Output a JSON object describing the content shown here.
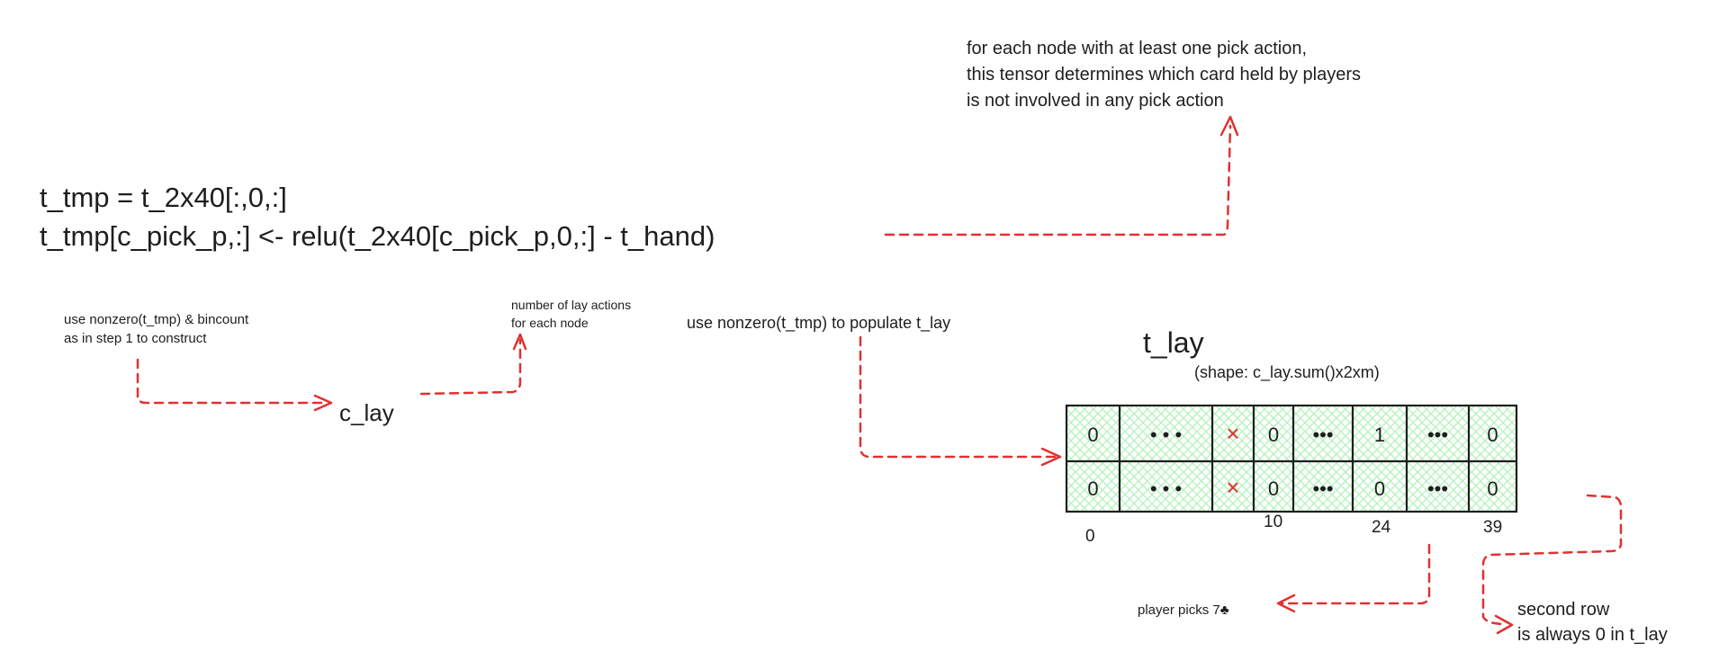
{
  "notes": {
    "top_right": [
      "for each node with at least one pick action,",
      "this tensor determines which card held by players",
      "is not involved in any pick action"
    ],
    "code": [
      "t_tmp = t_2x40[:,0,:]",
      "t_tmp[c_pick_p,:] <- relu(t_2x40[c_pick_p,0,:] - t_hand)"
    ],
    "bincount": [
      "use nonzero(t_tmp) & bincount",
      "as in step 1 to construct"
    ],
    "c_lay": "c_lay",
    "lay_count": [
      "number of lay actions",
      "for each node"
    ],
    "populate": "use nonzero(t_tmp) to populate t_lay",
    "t_lay_title": "t_lay",
    "t_lay_shape": "(shape: c_lay.sum()x2xm)",
    "player_picks": "player picks 7♣",
    "second_row": [
      "second row",
      "is always 0 in t_lay"
    ]
  },
  "tensor": {
    "row1": [
      "0",
      "•  •  •",
      "×",
      "0",
      "•••",
      "1",
      "•••",
      "0"
    ],
    "row2": [
      "0",
      "•  •  •",
      "×",
      "0",
      "•••",
      "0",
      "•••",
      "0"
    ],
    "indices": [
      "0",
      "10",
      "24",
      "39"
    ]
  },
  "colors": {
    "arrow": "#e03131",
    "fill": "#b2f2bb",
    "ink": "#1e1e1e"
  }
}
